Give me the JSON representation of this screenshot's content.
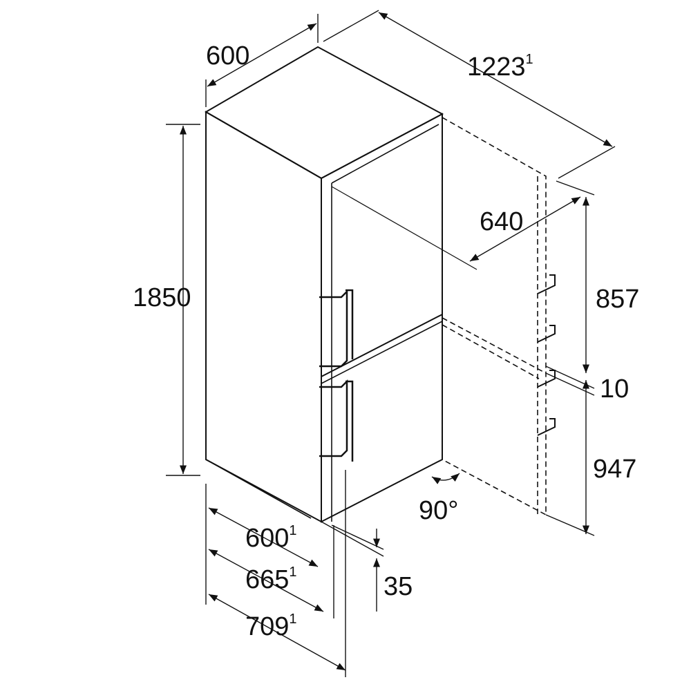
{
  "dimensions": {
    "width_top": "600",
    "depth_door_open": "1223",
    "depth_door_open_note": "1",
    "door_depth": "640",
    "height": "1850",
    "upper_door": "857",
    "gap": "10",
    "lower_door": "947",
    "door_angle": "90°",
    "depth_body": "600",
    "depth_body_note": "1",
    "depth_with_door": "665",
    "depth_with_door_note": "1",
    "depth_with_handle": "709",
    "depth_with_handle_note": "1",
    "wall_spacing": "35"
  }
}
